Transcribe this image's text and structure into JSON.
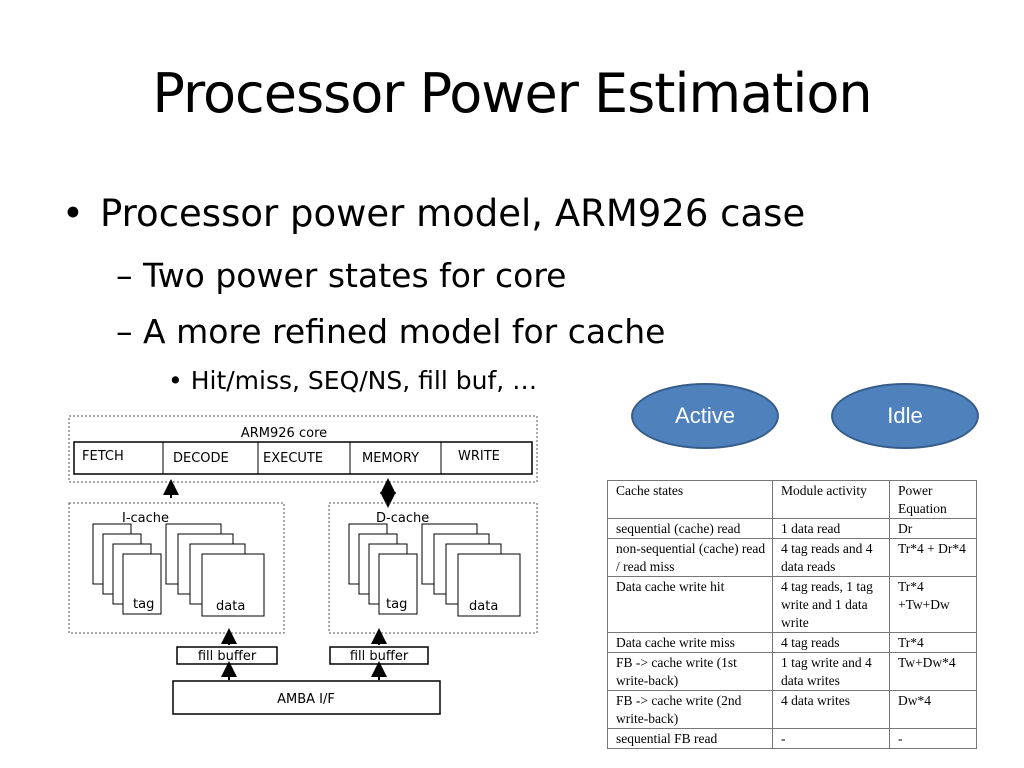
{
  "slide": {
    "title": "Processor Power Estimation",
    "bullet1": "Processor power model, ARM926 case",
    "sub1": "Two power states for core",
    "sub2": "A more refined model for cache",
    "sub3": "Hit/miss, SEQ/NS, fill buf, …",
    "bullet_dot": "•",
    "dash": "–"
  },
  "states": {
    "active": "Active",
    "idle": "Idle"
  },
  "diagram": {
    "core_title": "ARM926 core",
    "stages": [
      "FETCH",
      "DECODE",
      "EXECUTE",
      "MEMORY",
      "WRITE"
    ],
    "icache": "I-cache",
    "dcache": "D-cache",
    "tag": "tag",
    "data": "data",
    "fill_buffer": "fill buffer",
    "amba": "AMBA I/F"
  },
  "cache_table": {
    "header": [
      "Cache states",
      "Module activity",
      "Power Equation"
    ],
    "rows": [
      [
        "sequential (cache) read",
        "1 data read",
        "Dr"
      ],
      [
        "non-sequential (cache) read / read miss",
        "4 tag reads and 4 data reads",
        "Tr*4 + Dr*4"
      ],
      [
        "Data cache write hit",
        "4 tag reads, 1 tag write and 1 data write",
        "Tr*4 +Tw+Dw"
      ],
      [
        "Data cache write miss",
        "4 tag reads",
        "Tr*4"
      ],
      [
        "FB -> cache write (1st write-back)",
        "1 tag write and 4 data writes",
        "Tw+Dw*4"
      ],
      [
        "FB -> cache write (2nd write-back)",
        "4 data writes",
        "Dw*4"
      ],
      [
        "sequential FB read",
        "-",
        "-"
      ]
    ]
  }
}
